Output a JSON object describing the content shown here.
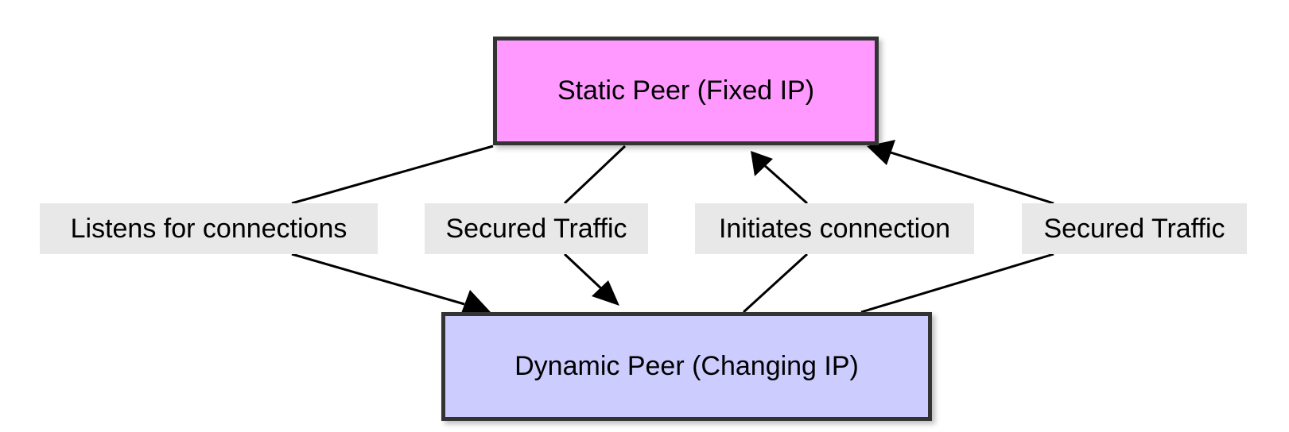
{
  "nodes": {
    "static_peer": {
      "label": "Static Peer (Fixed IP)",
      "fill": "#ff99ff",
      "border": "#333333"
    },
    "dynamic_peer": {
      "label": "Dynamic Peer (Changing IP)",
      "fill": "#ccccff",
      "border": "#333333"
    }
  },
  "edges": [
    {
      "from": "static_peer",
      "to": "dynamic_peer",
      "label": "Listens for connections"
    },
    {
      "from": "static_peer",
      "to": "dynamic_peer",
      "label": "Secured Traffic"
    },
    {
      "from": "dynamic_peer",
      "to": "static_peer",
      "label": "Initiates connection"
    },
    {
      "from": "dynamic_peer",
      "to": "static_peer",
      "label": "Secured Traffic"
    }
  ],
  "colors": {
    "edge": "#000000",
    "label_background": "#e8e8e8"
  }
}
